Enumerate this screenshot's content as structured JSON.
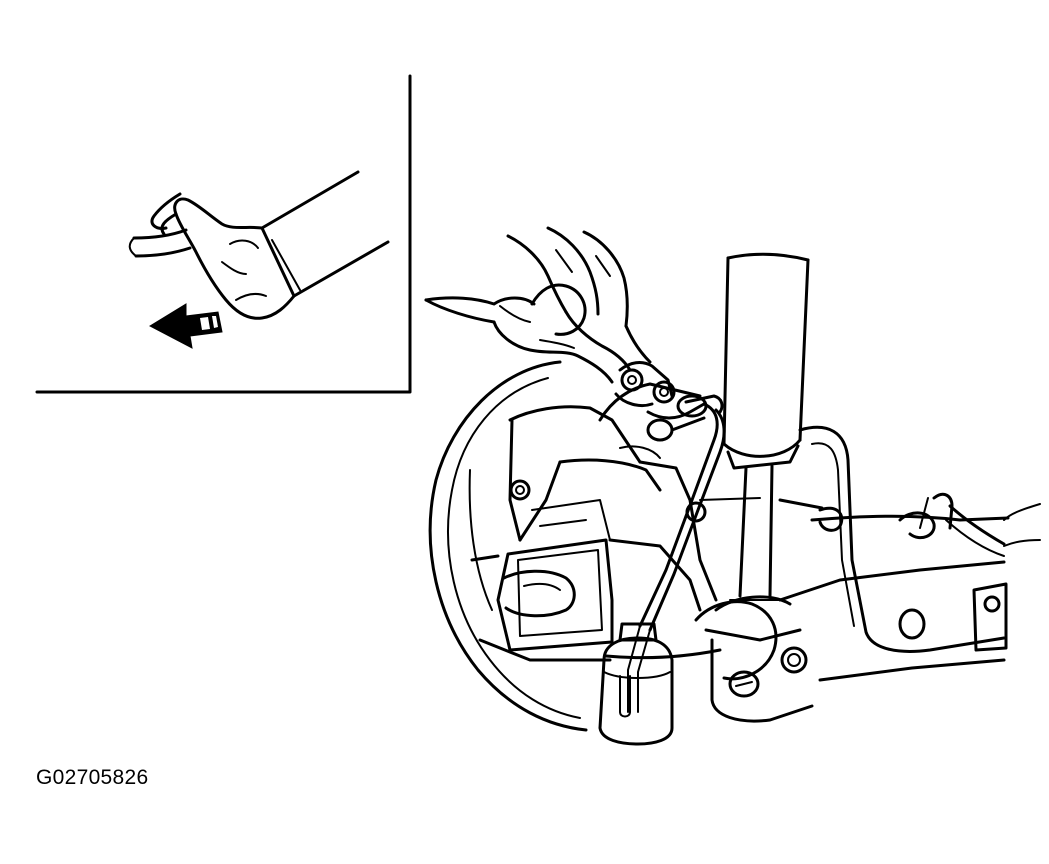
{
  "figure": {
    "id_label": "G02705826",
    "colors": {
      "ink": "#000000",
      "background": "#ffffff"
    },
    "parts": {
      "inset": "hand-pulling-hose-detail",
      "direction_arrow": "arrow-left-icon",
      "main": "brake-bleeding-assembly"
    }
  }
}
